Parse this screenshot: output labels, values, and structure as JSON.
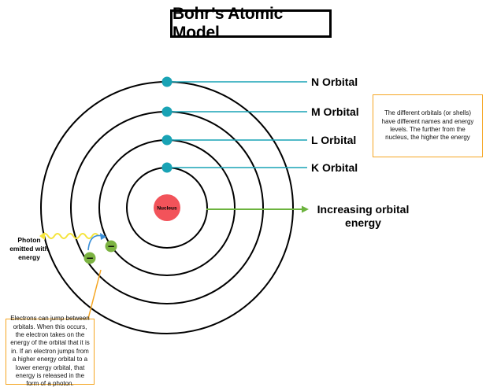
{
  "title": "Bohr’s Atomic Model",
  "nucleus_label": "Nucleus",
  "orbitals": [
    {
      "id": "N",
      "label": "N Orbital"
    },
    {
      "id": "M",
      "label": "M Orbital"
    },
    {
      "id": "L",
      "label": "L Orbital"
    },
    {
      "id": "K",
      "label": "K Orbital"
    }
  ],
  "energy_label": "Increasing orbital energy",
  "photon_label": "Photon emitted with energy",
  "electron_symbol": "−",
  "notes": {
    "orbitals": "The different orbitals (or shells) have different names and energy levels. The further from the nucleus, the higher the energy",
    "jump": "Electrons can jump between orbitals. When this occurs, the electron takes on the energy of the orbital that it is in. If an electron jumps from a higher energy orbital to a lower energy orbital, that energy is released in the form of a photon."
  },
  "colors": {
    "orbital_ring": "#000000",
    "electron_marker": "#19a3b5",
    "orbital_pointer": "#19a3b5",
    "nucleus": "#f2535a",
    "energy_arrow": "#6cb33e",
    "jumping_electron": "#7cb342",
    "photon_wave": "#f5e43a",
    "jump_arrow": "#3a8fd9",
    "note_border": "#f5a623"
  }
}
